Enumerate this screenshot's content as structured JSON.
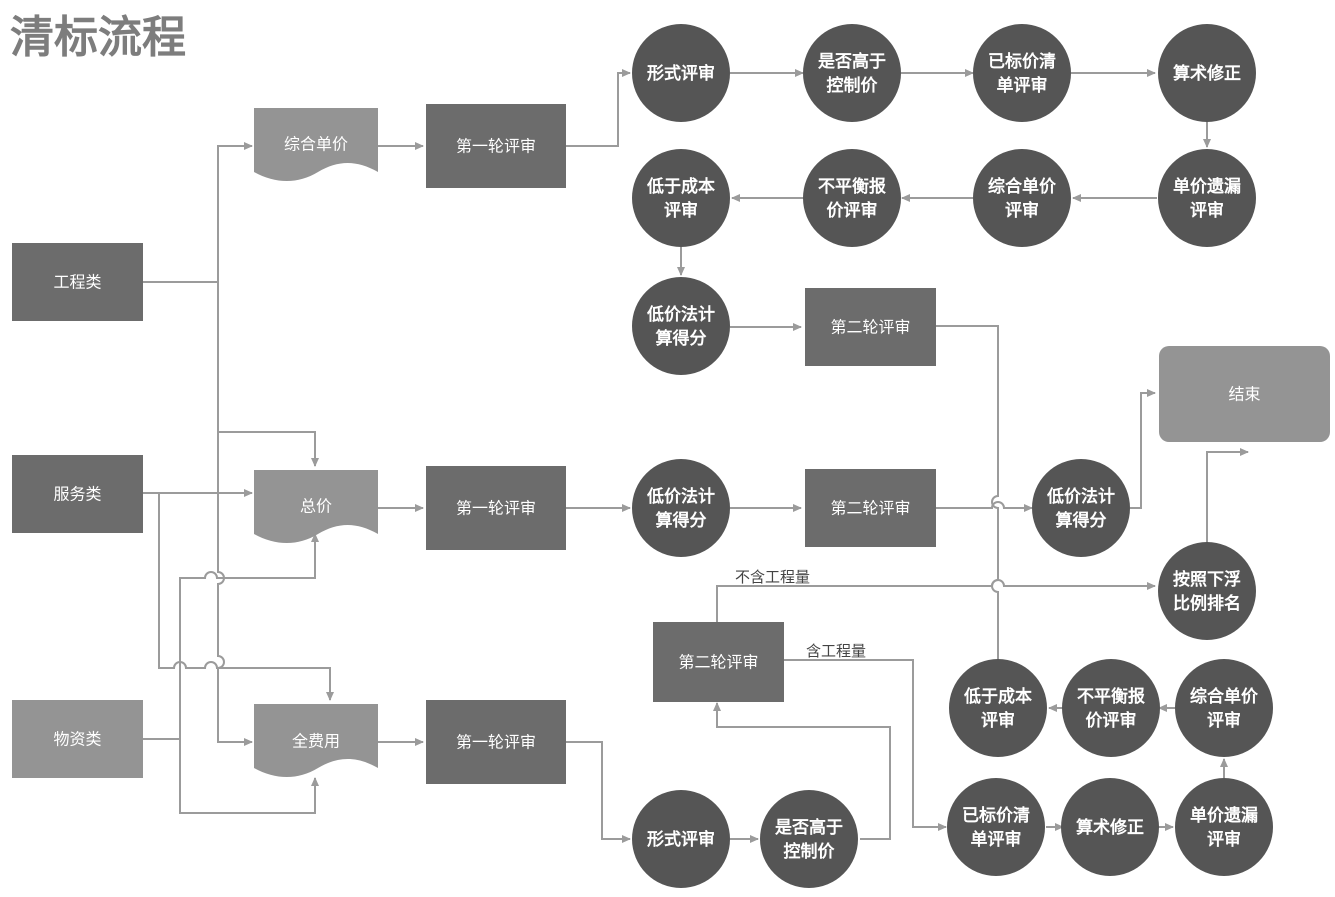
{
  "title": "清标流程",
  "categories": {
    "engineering": "工程类",
    "service": "服务类",
    "material": "物资类"
  },
  "pricing": {
    "unit_price": "综合单价",
    "total_price": "总价",
    "full_cost": "全费用"
  },
  "first_round": "第一轮评审",
  "second_round": "第二轮评审",
  "end": "结束",
  "steps": {
    "formal_review": [
      "形式评审"
    ],
    "above_control": [
      "是否高于",
      "控制价"
    ],
    "priced_list": [
      "已标价清",
      "单评审"
    ],
    "arithmetic": [
      "算术修正"
    ],
    "unit_missing": [
      "单价遗漏",
      "评审"
    ],
    "unit_price_review": [
      "综合单价",
      "评审"
    ],
    "unbalanced": [
      "不平衡报",
      "价评审"
    ],
    "below_cost": [
      "低于成本",
      "评审"
    ],
    "low_price_score": [
      "低价法计",
      "算得分"
    ],
    "float_rank": [
      "按照下浮",
      "比例排名"
    ]
  },
  "edge_labels": {
    "without_quantity": "不含工程量",
    "with_quantity": "含工程量"
  },
  "colors": {
    "light_node": "#949494",
    "dark_node": "#6c6c6c",
    "circle_node": "#555555",
    "edge": "#9b9b9b",
    "title": "#7d7d7d"
  }
}
